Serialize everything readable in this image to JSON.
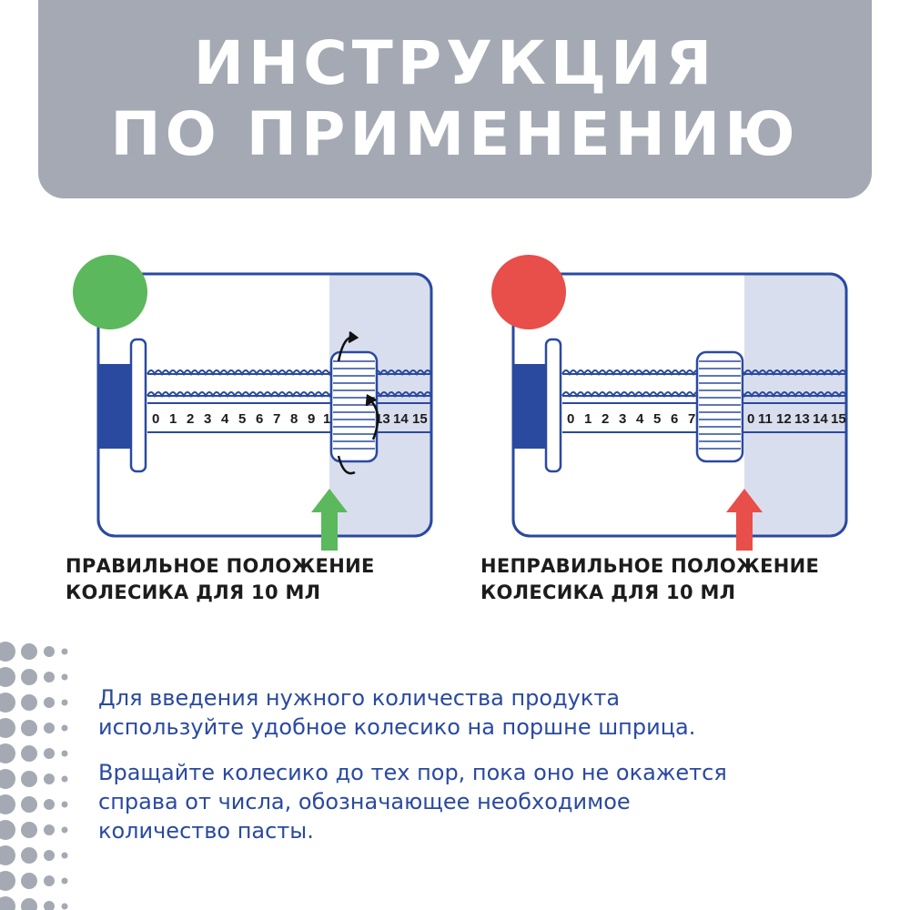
{
  "header": {
    "title_line1": "ИНСТРУКЦИЯ",
    "title_line2": "ПО ПРИМЕНЕНИЮ"
  },
  "colors": {
    "header_bg": "#a4a9b3",
    "correct": "#5cb85c",
    "incorrect": "#e84e4a",
    "syringe_blue": "#2a4aa0",
    "text_blue": "#2a4aa0"
  },
  "correct_panel": {
    "status_icon": "green-circle-icon",
    "arrow_icon": "green-up-arrow-icon",
    "scale_numbers": [
      "0",
      "1",
      "2",
      "3",
      "4",
      "5",
      "6",
      "7",
      "8",
      "9",
      "1",
      "13",
      "14",
      "15"
    ],
    "caption_line1": "ПРАВИЛЬНОЕ ПОЛОЖЕНИЕ",
    "caption_line2": "КОЛЕСИКА ДЛЯ 10 МЛ"
  },
  "incorrect_panel": {
    "status_icon": "red-circle-icon",
    "arrow_icon": "red-up-arrow-icon",
    "scale_numbers": [
      "0",
      "1",
      "2",
      "3",
      "4",
      "5",
      "6",
      "7",
      "0",
      "11",
      "12",
      "13",
      "14",
      "15"
    ],
    "caption_line1": "НЕПРАВИЛЬНОЕ ПОЛОЖЕНИЕ",
    "caption_line2": "КОЛЕСИКА ДЛЯ 10 МЛ"
  },
  "instructions": {
    "p1_line1": "Для введения нужного количества продукта",
    "p1_line2": "используйте удобное колесико на поршне шприца.",
    "p2_line1": "Вращайте колесико до тех пор, пока оно не окажется",
    "p2_line2": "справа от числа, обозначающее необходимое",
    "p2_line3": "количество пасты."
  }
}
